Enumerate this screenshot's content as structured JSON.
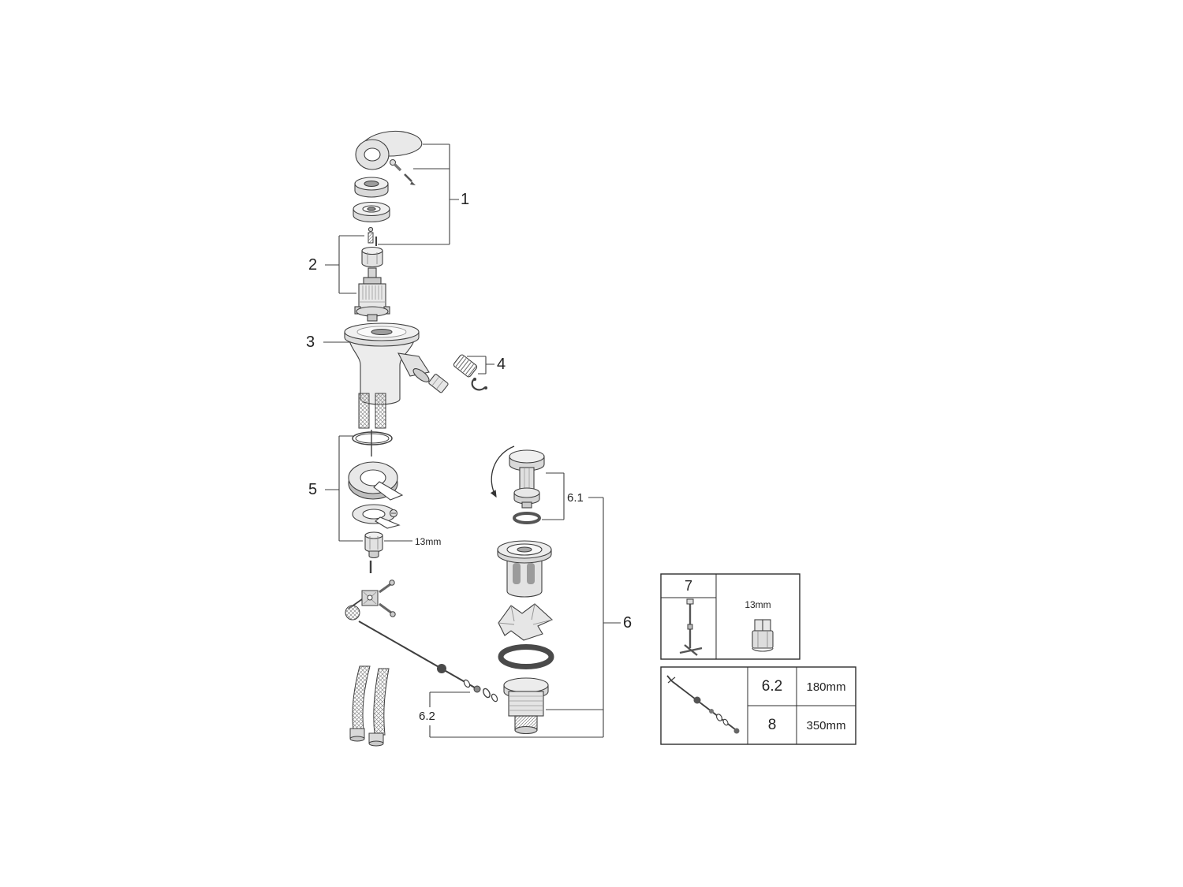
{
  "diagram": {
    "callouts": {
      "n1": "1",
      "n2": "2",
      "n3": "3",
      "n4": "4",
      "n5": "5",
      "n6": "6",
      "n6_1": "6.1",
      "n6_2": "6.2",
      "wrench_size": "13mm"
    },
    "tool_box": {
      "part_number": "7",
      "socket_size": "13mm"
    },
    "rod_box": {
      "rows": [
        {
          "part_number": "6.2",
          "length": "180mm"
        },
        {
          "part_number": "8",
          "length": "350mm"
        }
      ]
    }
  }
}
